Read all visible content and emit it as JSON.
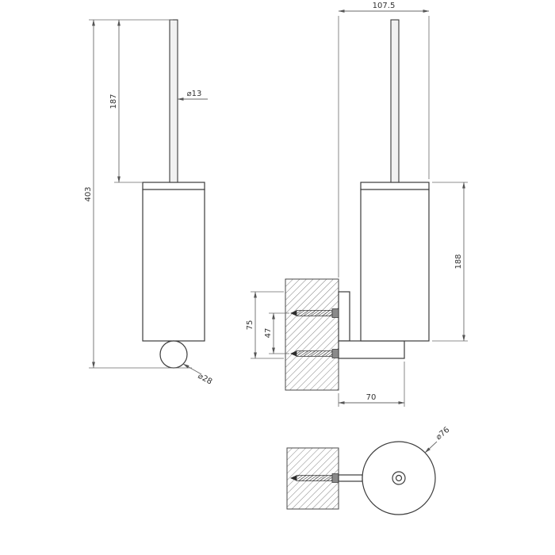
{
  "drawing": {
    "views": {
      "front": {
        "dim_total_height": "403",
        "dim_handle_length": "187",
        "dim_handle_diameter": "⌀13",
        "dim_arm_diameter": "⌀28"
      },
      "side": {
        "dim_wall_offset": "107.5",
        "dim_canister_height": "188",
        "dim_bracket_height": "75",
        "dim_screw_spacing": "47",
        "dim_arm_length": "70"
      },
      "top": {
        "dim_cup_diameter": "⌀76"
      }
    }
  }
}
